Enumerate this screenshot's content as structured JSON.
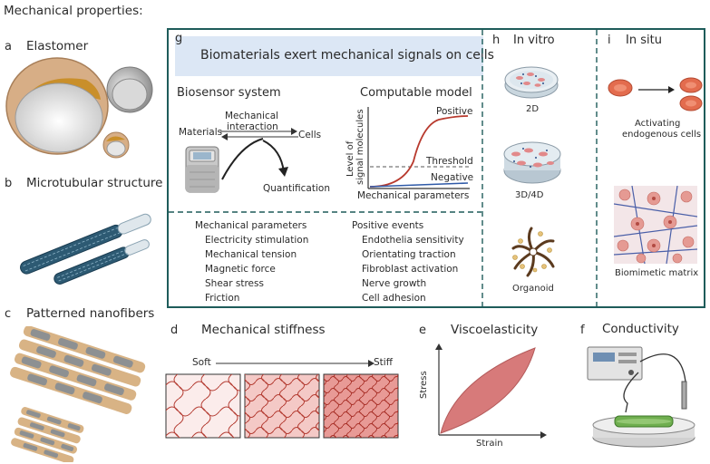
{
  "title": "Mechanical properties:",
  "panels": {
    "a": {
      "letter": "a",
      "label": "Elastomer"
    },
    "b": {
      "letter": "b",
      "label": "Microtubular structure"
    },
    "c": {
      "letter": "c",
      "label": "Patterned nanofibers"
    },
    "d": {
      "letter": "d",
      "label": "Mechanical stiffness",
      "soft": "Soft",
      "stiff": "Stiff"
    },
    "e": {
      "letter": "e",
      "label": "Viscoelasticity",
      "ylabel": "Stress",
      "xlabel": "Strain"
    },
    "f": {
      "letter": "f",
      "label": "Conductivity"
    },
    "g": {
      "letter": "g",
      "banner": "Biomaterials exert mechanical signals on cells",
      "biosensor_title": "Biosensor system",
      "model_title": "Computable model",
      "materials": "Materials",
      "mech_interaction_1": "Mechanical",
      "mech_interaction_2": "interaction",
      "cells": "Cells",
      "quantification": "Quantification",
      "curve_positive": "Positive",
      "curve_threshold": "Threshold",
      "curve_negative": "Negative",
      "y_axis_1": "Level of",
      "y_axis_2": "signal molecules",
      "x_axis": "Mechanical parameters",
      "params_title": "Mechanical parameters",
      "params": [
        "Electricity stimulation",
        "Mechanical tension",
        "Magnetic force",
        "Shear stress",
        "Friction"
      ],
      "events_title": "Positive events",
      "events": [
        "Endothelia sensitivity",
        "Orientating traction",
        "Fibroblast activation",
        "Nerve growth",
        "Cell adhesion"
      ]
    },
    "h": {
      "letter": "h",
      "label": "In vitro",
      "items": [
        "2D",
        "3D/4D",
        "Organoid"
      ]
    },
    "i": {
      "letter": "i",
      "label": "In situ",
      "activating_1": "Activating",
      "activating_2": "endogenous cells",
      "matrix": "Biomimetic matrix"
    }
  },
  "colors": {
    "frame": "#1e5c5a",
    "banner": "#dce7f5",
    "positive": "#b83a2e",
    "negative": "#2f5aa8",
    "stiff": "#c0392b"
  }
}
